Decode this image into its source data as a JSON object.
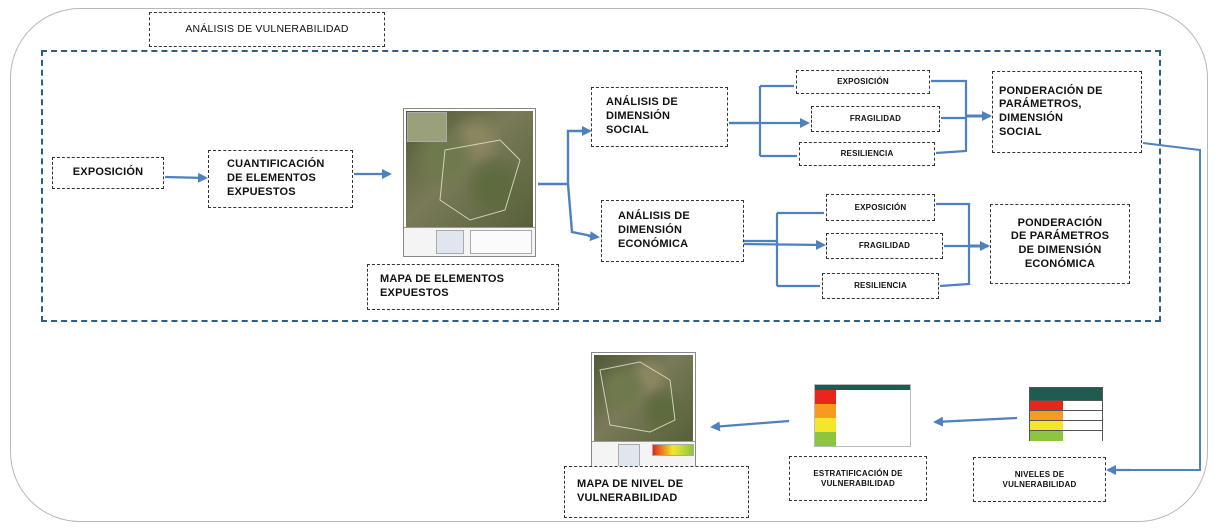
{
  "diagram": {
    "title": "ANÁLISIS DE VULNERABILIDAD",
    "nodes": {
      "exposicion": "EXPOSICIÓN",
      "cuantificacion": "CUANTIFICACIÓN\nDE ELEMENTOS\nEXPUESTOS",
      "mapa_elementos": "MAPA DE ELEMENTOS\nEXPUESTOS",
      "dim_social": "ANÁLISIS DE\nDIMENSIÓN\nSOCIAL",
      "dim_economica": "ANÁLISIS DE\nDIMENSIÓN\nECONÓMICA",
      "soc_exposicion": "EXPOSICIÓN",
      "soc_fragilidad": "FRAGILIDAD",
      "soc_resiliencia": "RESILIENCIA",
      "eco_exposicion": "EXPOSICIÓN",
      "eco_fragilidad": "FRAGILIDAD",
      "eco_resiliencia": "RESILIENCIA",
      "pond_social": "PONDERACIÓN DE\nPARÁMETROS,\nDIMENSIÓN\nSOCIAL",
      "pond_economica": "PONDERACIÓN\nDE PARÁMETROS\nDE DIMENSIÓN\nECONÓMICA",
      "niveles": "NIVELES DE\nVULNERABILIDAD",
      "estratificacion": "ESTRATIFICACIÓN DE\nVULNERABILIDAD",
      "mapa_nivel": "MAPA DE NIVEL DE\nVULNERABILIDAD"
    },
    "colors": {
      "arrow": "#4f81bd",
      "frame": "#2f5f86",
      "level_header": "#1f5c50",
      "level_very_high": "#e8261c",
      "level_high": "#f79a1e",
      "level_medium": "#f2e829",
      "level_low": "#8cc63f"
    },
    "icons": [
      "satellite-map-thumbnail",
      "vulnerability-map-thumbnail",
      "stratification-table-thumbnail",
      "levels-table-thumbnail"
    ]
  }
}
